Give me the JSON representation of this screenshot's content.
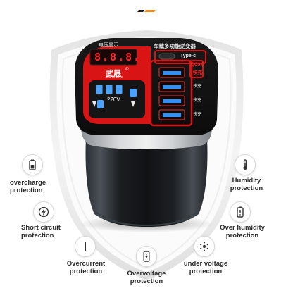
{
  "product": {
    "display_label": "电压显示",
    "title": "车载多功能逆变器",
    "display_digits": "8.8.8.",
    "brand_cn": "武晟",
    "brand_en": "WU SHENG",
    "registered_mark": "®",
    "voltage": "220V",
    "typec_label": "Type-c",
    "qc_badge": "QC3.0",
    "qc_badge_sub": "快充",
    "fast_charge_labels": [
      "快充",
      "快充",
      "快充"
    ]
  },
  "features": {
    "overcharge": {
      "line1": "overcharge",
      "line2": "protection",
      "icon": "battery-icon"
    },
    "short_circuit": {
      "line1": "Short circuit",
      "line2": "protection",
      "icon": "lightning-icon"
    },
    "overcurrent": {
      "line1": "Overcurrent",
      "line2": "protection",
      "icon": "current-bar-icon"
    },
    "overvoltage": {
      "line1": "Overvoltage",
      "line2": "protection",
      "icon": "phone-charge-icon"
    },
    "under_voltage": {
      "line1": "under voltage",
      "line2": "protection",
      "icon": "sparkle-icon"
    },
    "over_humidity": {
      "line1": "Over humidity",
      "line2": "protection",
      "icon": "battery-warning-icon"
    },
    "humidity": {
      "line1": "Humidity",
      "line2": "protection",
      "icon": "thermometer-icon"
    }
  },
  "colors": {
    "accent_orange": "#f08a1c",
    "device_red": "#e01818",
    "device_black": "#161616",
    "led_red": "#ff2a2a",
    "usb_blue": "#2f8fff",
    "text_dark": "#2a2a2a"
  }
}
